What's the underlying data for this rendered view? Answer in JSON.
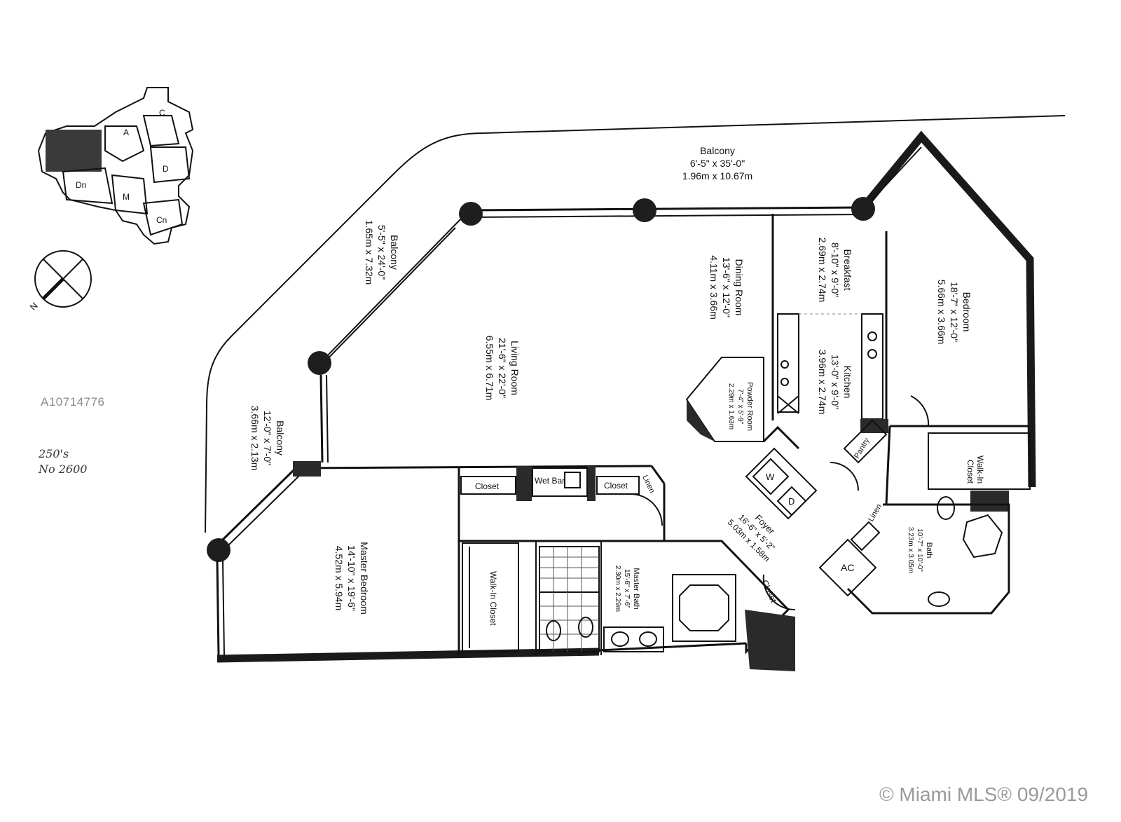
{
  "plan": {
    "rooms": {
      "balcony_top": {
        "name": "Balcony",
        "dims_ft": "6'-5\" x 35'-0\"",
        "dims_m": "1.96m x 10.67m"
      },
      "balcony_left": {
        "name": "Balcony",
        "dims_ft": "5'-5\" x 24'-0\"",
        "dims_m": "1.65m x 7.32m"
      },
      "balcony_small": {
        "name": "Balcony",
        "dims_ft": "12'-0\" x 7'-0\"",
        "dims_m": "3.66m x 2.13m"
      },
      "living_room": {
        "name": "Living Room",
        "dims_ft": "21'-6\" x 22'-0\"",
        "dims_m": "6.55m x 6.71m"
      },
      "dining_room": {
        "name": "Dining Room",
        "dims_ft": "13'-6\" x 12'-0\"",
        "dims_m": "4.11m x 3.66m"
      },
      "breakfast": {
        "name": "Breakfast",
        "dims_ft": "8'-10\" x 9'-0\"",
        "dims_m": "2.69m x 2.74m"
      },
      "kitchen": {
        "name": "Kitchen",
        "dims_ft": "13'-0\" x 9'-0\"",
        "dims_m": "3.96m x 2.74m"
      },
      "bedroom": {
        "name": "Bedroom",
        "dims_ft": "18'-7\" x 12'-0\"",
        "dims_m": "5.66m x 3.66m"
      },
      "master_bedroom": {
        "name": "Master Bedroom",
        "dims_ft": "14'-10\" x 19'-6\"",
        "dims_m": "4.52m x 5.94m"
      },
      "foyer": {
        "name": "Foyer",
        "dims_ft": "16'-6\" x 5'-2\"",
        "dims_m": "5.03m x 1.58m"
      },
      "powder_room": {
        "name": "Powder Room",
        "dims_ft": "7'-4\" x 5'-9\"",
        "dims_m": "2.29m x 1.63m"
      },
      "master_bath": {
        "name": "Master Bath",
        "dims_ft": "15'-6\" x 7'-6\"",
        "dims_m": "2.30m x 2.29m"
      },
      "bath": {
        "name": "Bath",
        "dims_ft": "10'-7\" x 10'-0\"",
        "dims_m": "3.23m x 3.05m"
      }
    },
    "fixtures": {
      "closet_1": "Closet",
      "closet_2": "Closet",
      "closet_3": "Closet",
      "wet_bar": "Wet Bar",
      "linen_1": "Linen",
      "linen_2": "Linen",
      "pantry": "Pantry",
      "walk_in_master": "Walk-In Closet",
      "walk_in_bed_line1": "Walk-In",
      "walk_in_bed_line2": "Closet",
      "ac": "AC",
      "dryer": "D",
      "washer": "W"
    },
    "key_plan": {
      "labels": [
        "C",
        "A",
        "D",
        "Dn",
        "M",
        "Cn"
      ]
    },
    "compass": {
      "letter": "N"
    }
  },
  "annotations": {
    "handwritten_line1": "250's",
    "handwritten_line2": "No 2600"
  },
  "watermark": {
    "listing_id": "A10714776",
    "copyright": "© Miami MLS® 09/2019"
  }
}
